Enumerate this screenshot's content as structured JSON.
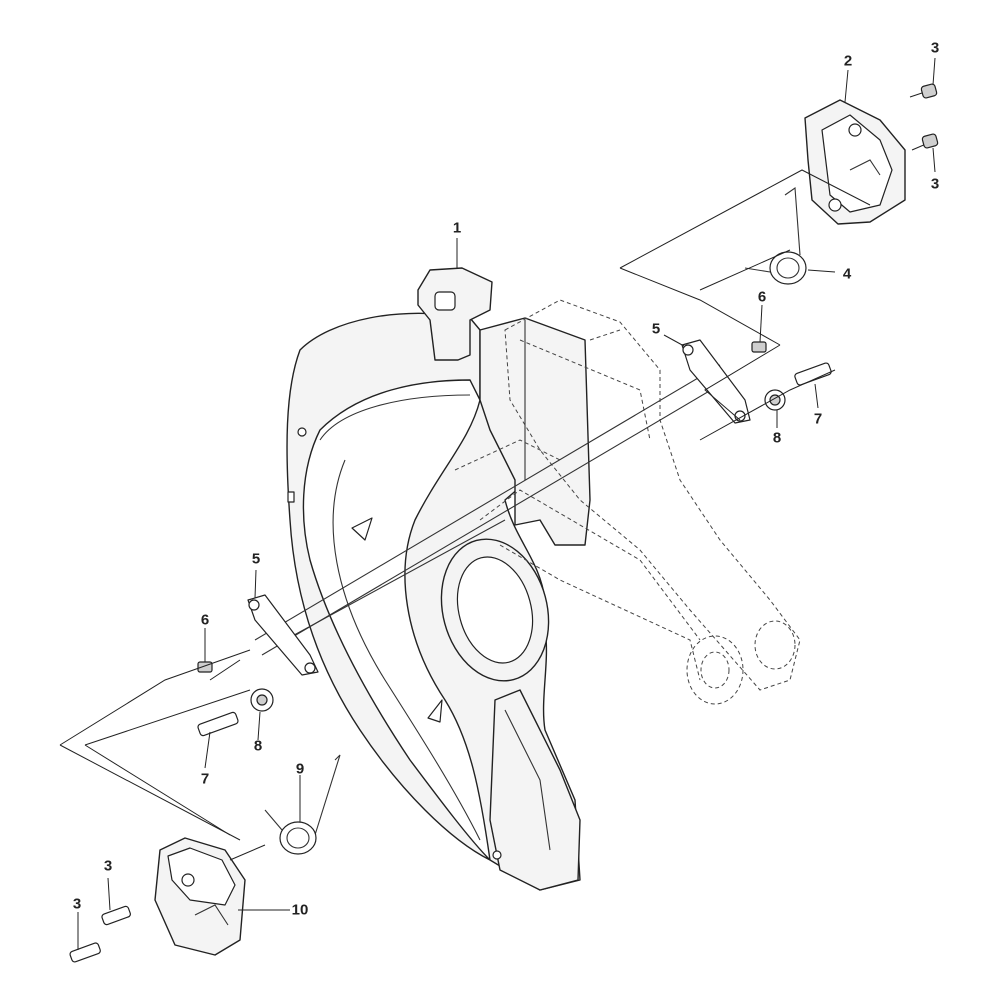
{
  "labels": [
    {
      "id": "1a",
      "text": "1"
    },
    {
      "id": "2a",
      "text": "2"
    },
    {
      "id": "3a",
      "text": "3"
    },
    {
      "id": "3b",
      "text": "3"
    },
    {
      "id": "4a",
      "text": "4"
    },
    {
      "id": "5a",
      "text": "5"
    },
    {
      "id": "6a",
      "text": "6"
    },
    {
      "id": "7a",
      "text": "7"
    },
    {
      "id": "8a",
      "text": "8"
    },
    {
      "id": "5b",
      "text": "5"
    },
    {
      "id": "6b",
      "text": "6"
    },
    {
      "id": "8b",
      "text": "8"
    },
    {
      "id": "7b",
      "text": "7"
    },
    {
      "id": "9a",
      "text": "9"
    },
    {
      "id": "3c",
      "text": "3"
    },
    {
      "id": "3d",
      "text": "3"
    },
    {
      "id": "10a",
      "text": "10"
    }
  ]
}
